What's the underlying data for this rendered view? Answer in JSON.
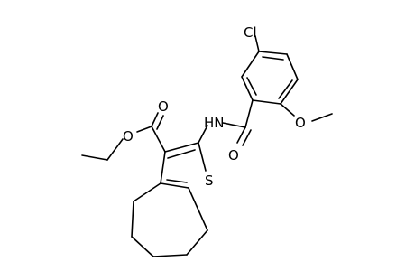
{
  "molecule": {
    "atoms": {
      "cl": "Cl",
      "o_ketone": "O",
      "o_ester_single": "O",
      "o_ester_double": "O",
      "o_methoxy": "O",
      "nh": "HN",
      "s": "S"
    }
  }
}
